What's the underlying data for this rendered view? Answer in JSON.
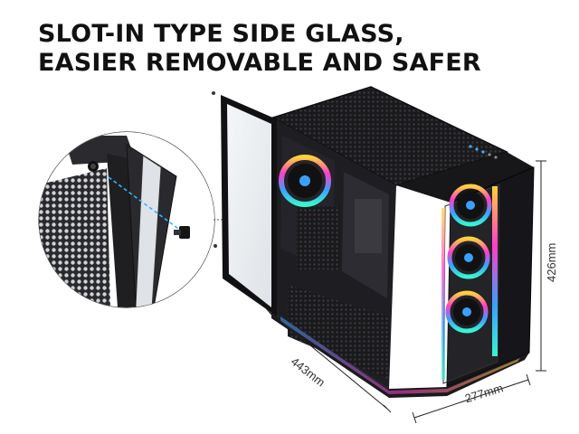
{
  "headline": {
    "line1": "SLOT-IN TYPE SIDE GLASS,",
    "line2": "EASIER REMOVABLE AND SAFER"
  },
  "dimensions": {
    "length": "443mm",
    "width": "277mm",
    "height": "426mm"
  },
  "colors": {
    "case_body": "#1c1c1f",
    "glass": "#e9ecef",
    "rgb_ring": [
      "#ff3ec8",
      "#3aa0ff",
      "#37f5d0",
      "#ffd23a"
    ],
    "screw_guide": "#2fb4ff"
  }
}
